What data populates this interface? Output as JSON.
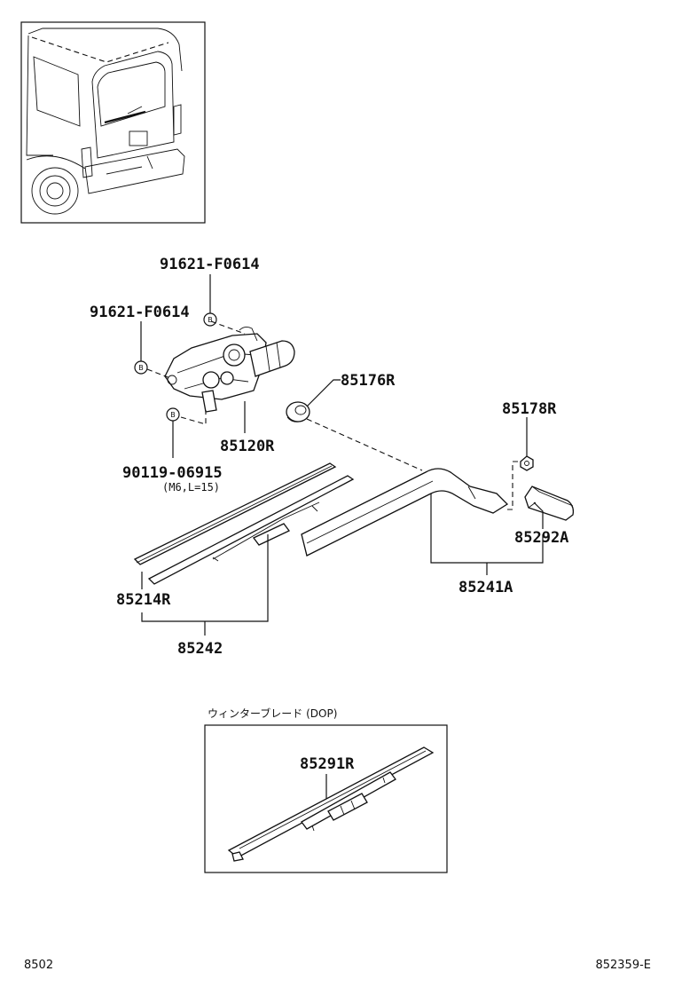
{
  "parts": {
    "bolt_upper": "91621-F0614",
    "bolt_left": "91621-F0614",
    "bolt_lower": "90119-06915",
    "bolt_lower_note": "(M6,L=15)",
    "motor": "85120R",
    "cap": "85176R",
    "nut": "85178R",
    "cover": "85292A",
    "arm": "85241A",
    "blade": "85214R",
    "blade_assy": "85242",
    "winter_blade": "85291R"
  },
  "bolt_marker": "B",
  "winter_box_title": "ウィンターブレード (DOP)",
  "footer": {
    "left": "8502",
    "right": "852359-E"
  }
}
